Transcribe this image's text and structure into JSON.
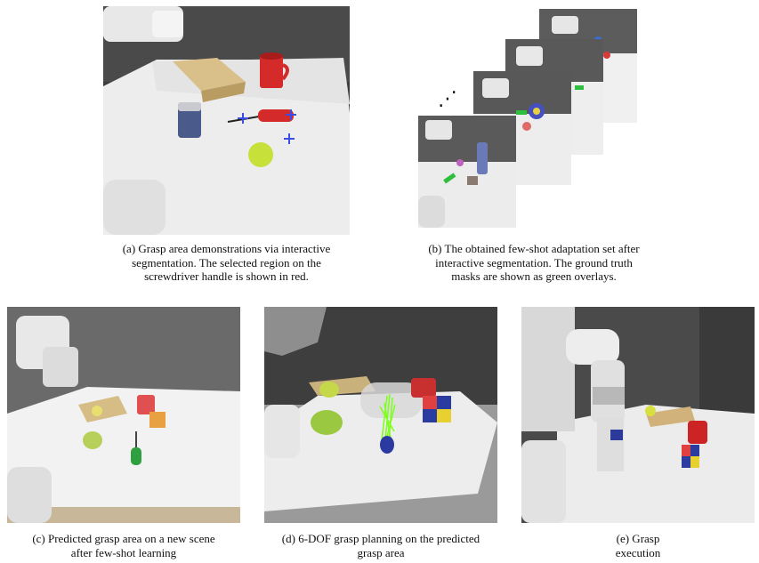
{
  "figure": {
    "captions": {
      "a": [
        "(a) Grasp area demonstrations via interactive",
        "segmentation. The selected region on the",
        "screwdriver handle is shown in red."
      ],
      "b": [
        "(b) The obtained few-shot adaptation set after",
        "interactive segmentation. The ground truth",
        "masks are shown as green overlays."
      ],
      "c": [
        "(c) Predicted grasp area on a new scene",
        "after few-shot learning"
      ],
      "d": [
        "(d) 6-DOF grasp planning on the predicted",
        "grasp area"
      ],
      "e": [
        "(e) Grasp",
        "execution"
      ]
    },
    "colors": {
      "table_cloth": "#f2f2f2",
      "wall": "#5a5a5a",
      "selection_red": "#d42a2a",
      "gt_mask_green": "#2fbf3f",
      "click_marker_blue": "#3a4ee6",
      "grasp_poses_green": "#7cff1a"
    }
  }
}
